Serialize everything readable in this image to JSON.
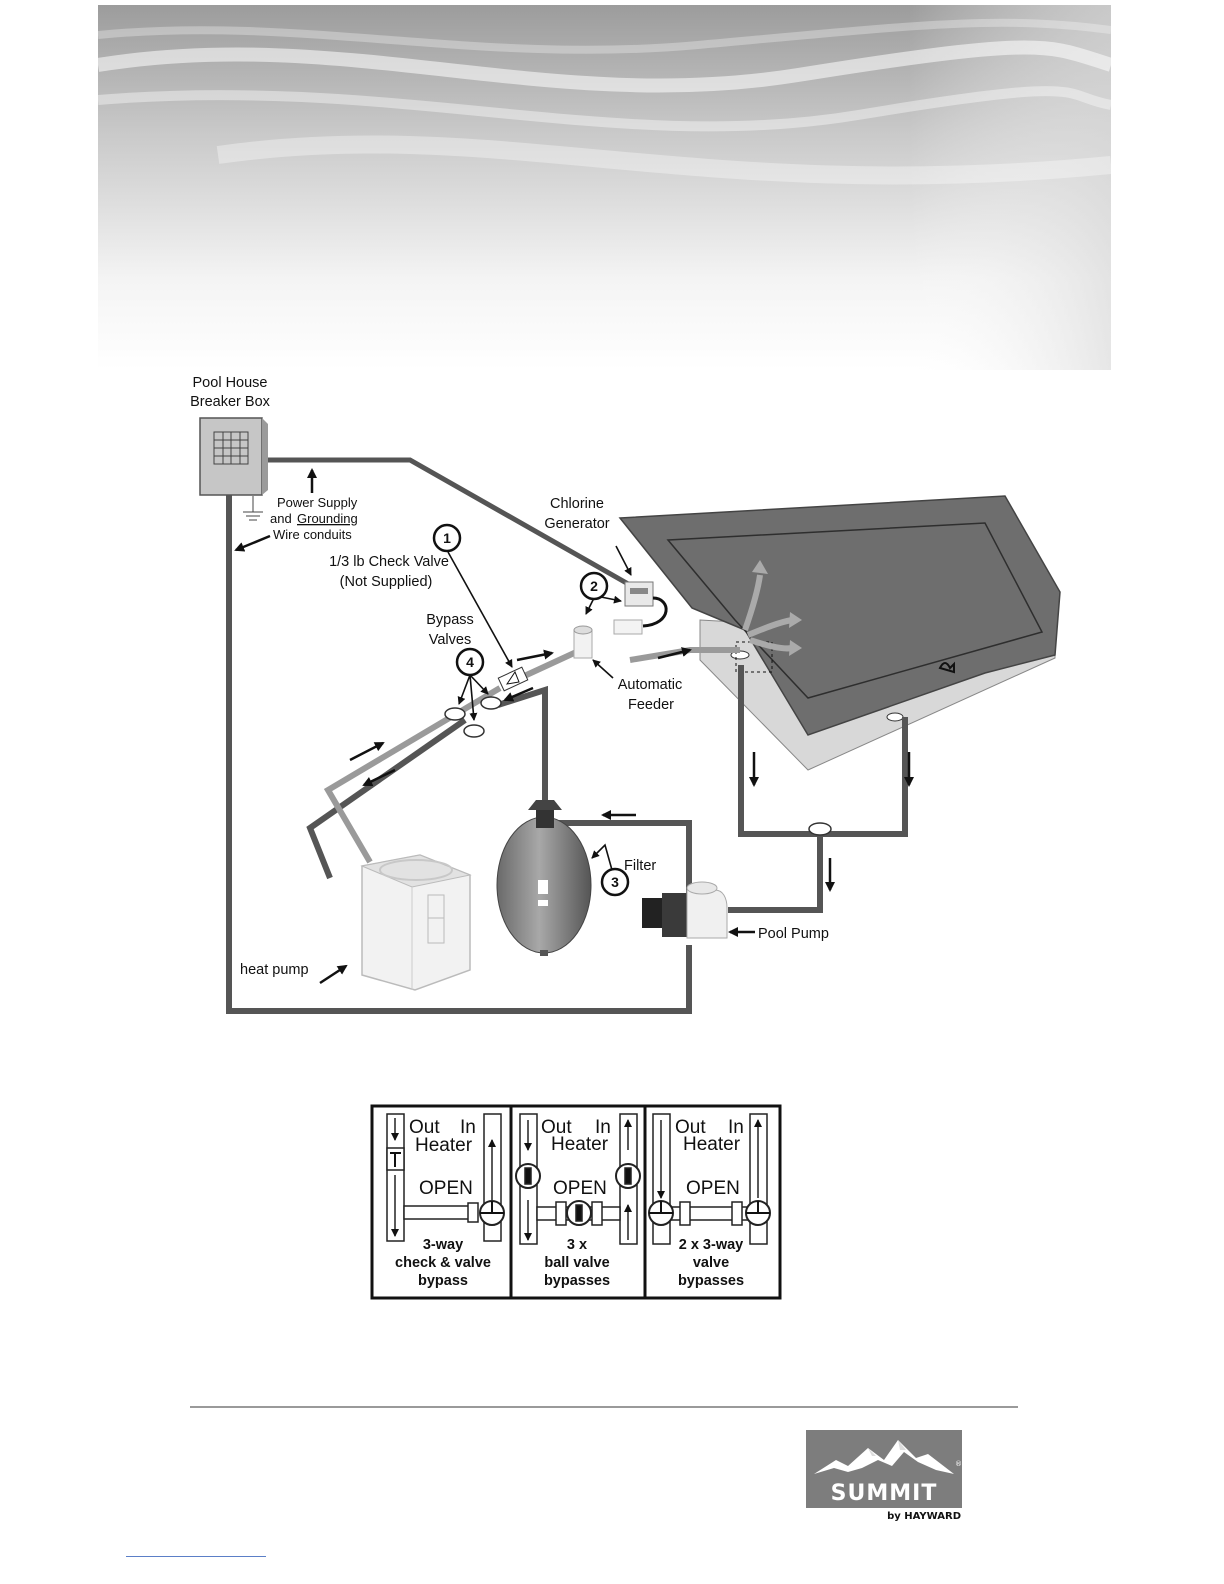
{
  "labels": {
    "breaker_box": [
      "Pool House",
      "Breaker Box"
    ],
    "power_supply": [
      "Power Supply",
      "and",
      "Grounding",
      "Wire conduits"
    ],
    "check_valve": [
      "1/3 lb Check Valve",
      "(Not Supplied)"
    ],
    "chlorine_generator": [
      "Chlorine",
      "Generator"
    ],
    "bypass_valves": [
      "Bypass",
      "Valves"
    ],
    "automatic_feeder": [
      "Automatic",
      "Feeder"
    ],
    "filter": "Filter",
    "pool_pump": "Pool Pump",
    "heat_pump": "heat pump"
  },
  "callouts": [
    "1",
    "2",
    "3",
    "4"
  ],
  "legend": [
    {
      "out": "Out",
      "in": "In",
      "heater": "Heater",
      "open": "OPEN",
      "caption": [
        "3-way",
        "check & valve",
        "bypass"
      ]
    },
    {
      "out": "Out",
      "in": "In",
      "heater": "Heater",
      "open": "OPEN",
      "caption": [
        "3 x",
        "ball valve",
        "bypasses"
      ]
    },
    {
      "out": "Out",
      "in": "In",
      "heater": "Heater",
      "open": "OPEN",
      "caption": [
        "2 x 3-way",
        "valve",
        "bypasses"
      ]
    }
  ],
  "logo": {
    "brand": "SUMMIT",
    "sub": "by HAYWARD",
    "mark": "®"
  },
  "colors": {
    "pipe_dark": "#555555",
    "pipe_light": "#9a9a9a",
    "pool": "#6e6e6e",
    "pool_side": "#d6d6d6",
    "logo_bg": "#7d7d7d"
  }
}
